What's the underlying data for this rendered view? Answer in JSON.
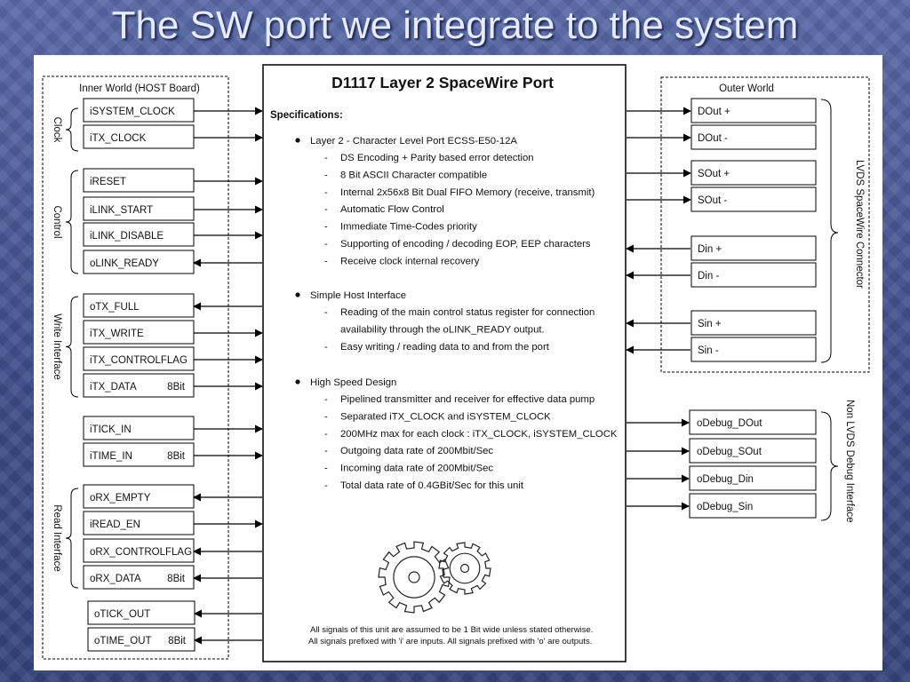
{
  "slide": {
    "title": "The SW port we integrate to the system"
  },
  "inner_world": {
    "title": "Inner World (HOST Board)",
    "groups": [
      {
        "label": "Clock",
        "signals": [
          {
            "name": "iSYSTEM_CLOCK",
            "width": "",
            "dir": "in"
          },
          {
            "name": "iTX_CLOCK",
            "width": "",
            "dir": "in"
          }
        ]
      },
      {
        "label": "Control",
        "signals": [
          {
            "name": "iRESET",
            "width": "",
            "dir": "in"
          },
          {
            "name": "iLINK_START",
            "width": "",
            "dir": "in"
          },
          {
            "name": "iLINK_DISABLE",
            "width": "",
            "dir": "in"
          },
          {
            "name": "oLINK_READY",
            "width": "",
            "dir": "out"
          }
        ]
      },
      {
        "label": "Write Interface",
        "signals": [
          {
            "name": "oTX_FULL",
            "width": "",
            "dir": "out"
          },
          {
            "name": "iTX_WRITE",
            "width": "",
            "dir": "in"
          },
          {
            "name": "iTX_CONTROLFLAG",
            "width": "",
            "dir": "in"
          },
          {
            "name": "iTX_DATA",
            "width": "8Bit",
            "dir": "in"
          }
        ]
      },
      {
        "label": "",
        "signals": [
          {
            "name": "iTICK_IN",
            "width": "",
            "dir": "in"
          },
          {
            "name": "iTIME_IN",
            "width": "8Bit",
            "dir": "in"
          }
        ]
      },
      {
        "label": "Read Interface",
        "signals": [
          {
            "name": "oRX_EMPTY",
            "width": "",
            "dir": "out"
          },
          {
            "name": "iREAD_EN",
            "width": "",
            "dir": "in"
          },
          {
            "name": "oRX_CONTROLFLAG",
            "width": "",
            "dir": "out"
          },
          {
            "name": "oRX_DATA",
            "width": "8Bit",
            "dir": "out"
          }
        ]
      },
      {
        "label": "",
        "signals": [
          {
            "name": "oTICK_OUT",
            "width": "",
            "dir": "out"
          },
          {
            "name": "oTIME_OUT",
            "width": "8Bit",
            "dir": "out"
          }
        ]
      }
    ]
  },
  "port": {
    "title": "D1117 Layer 2 SpaceWire Port",
    "spec_heading": "Specifications:",
    "sections": [
      {
        "heading": "Layer 2  - Character Level Port  ECSS-E50-12A",
        "items": [
          [
            "DS Encoding + Parity based error detection"
          ],
          [
            "8 Bit ASCII Character compatible"
          ],
          [
            "Internal 2x56x8 Bit  Dual FIFO Memory (receive, transmit)"
          ],
          [
            "Automatic Flow Control"
          ],
          [
            "Immediate Time-Codes priority"
          ],
          [
            "Supporting of encoding / decoding EOP, EEP characters"
          ],
          [
            "Receive clock internal recovery"
          ]
        ]
      },
      {
        "heading": "Simple Host Interface",
        "items": [
          [
            "Reading of the main control status register for connection",
            "availability through the oLINK_READY output."
          ],
          [
            "Easy writing / reading data to and from the port"
          ]
        ]
      },
      {
        "heading": "High Speed Design",
        "items": [
          [
            "Pipelined transmitter and receiver for effective data pump"
          ],
          [
            "Separated iTX_CLOCK and iSYSTEM_CLOCK"
          ],
          [
            "200MHz max for each clock : iTX_CLOCK, iSYSTEM_CLOCK"
          ],
          [
            "Outgoing data rate of 200Mbit/Sec"
          ],
          [
            "Incoming data rate of 200Mbit/Sec"
          ],
          [
            "Total data rate of 0.4GBit/Sec for this unit"
          ]
        ]
      }
    ],
    "footnote_1": "All signals of this unit are assumed to be 1 Bit wide unless stated otherwise.",
    "footnote_2": "All signals prefixed with 'i' are inputs. All signals prefixed with 'o' are outputs."
  },
  "outer_world": {
    "title": "Outer World",
    "bracket_label": "LVDS SpaceWire Connector",
    "signals": [
      {
        "name": "DOut +",
        "dir": "out"
      },
      {
        "name": "DOut -",
        "dir": "out"
      },
      {
        "name": "SOut +",
        "dir": "out"
      },
      {
        "name": "SOut -",
        "dir": "out"
      },
      {
        "name": "Din +",
        "dir": "in"
      },
      {
        "name": "Din -",
        "dir": "in"
      },
      {
        "name": "Sin +",
        "dir": "in"
      },
      {
        "name": "Sin -",
        "dir": "in"
      }
    ]
  },
  "debug": {
    "bracket_label": "Non LVDS Debug Interface",
    "signals": [
      {
        "name": "oDebug_DOut",
        "dir": "out"
      },
      {
        "name": "oDebug_SOut",
        "dir": "out"
      },
      {
        "name": "oDebug_Din",
        "dir": "out"
      },
      {
        "name": "oDebug_Sin",
        "dir": "out"
      }
    ]
  },
  "icons": {
    "gears": "gears-icon"
  }
}
